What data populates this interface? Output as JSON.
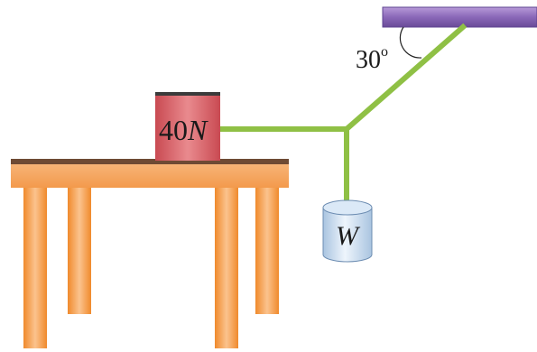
{
  "block": {
    "value": "40",
    "unit": "N"
  },
  "hanging_weight": {
    "label": "W"
  },
  "angle": {
    "value": "30",
    "unit": "o"
  },
  "colors": {
    "rope": "#8fc045",
    "table": "#f6a35a",
    "table_shadow": "#6e4a34",
    "block": "#d9636a",
    "block_top": "#3b3b3b",
    "ceiling": "#8a68b8",
    "weight": "#c9ddf0"
  }
}
